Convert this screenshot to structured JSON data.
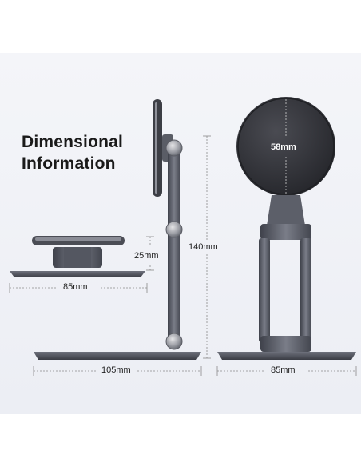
{
  "title": {
    "line1": "Dimensional",
    "line2": "Information"
  },
  "dimensions": {
    "disc_diameter": "58mm",
    "base_width_left": "85mm",
    "lift_height": "25mm",
    "total_height": "140mm",
    "base_depth": "105mm",
    "base_width_right": "85mm"
  },
  "colors": {
    "background": "#eceef4",
    "metal_dark": "#4a4d57",
    "metal_mid": "#6b6e78",
    "disc": "#35363c",
    "dimension_line": "#7a7a7a"
  }
}
